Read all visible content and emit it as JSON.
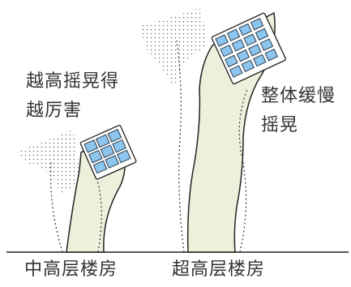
{
  "labels": {
    "tall_note_line1": "越高摇晃得",
    "tall_note_line2": "越厉害",
    "super_note_line1": "整体缓慢",
    "super_note_line2": "摇晃",
    "mid_caption": "中高层楼房",
    "super_caption": "超高层楼房"
  },
  "colors": {
    "building_fill": "#eef0dc",
    "outline": "#222222",
    "window_fill": "#8cc6f0",
    "window_stroke": "#2f3b48",
    "dots": "#555555"
  }
}
